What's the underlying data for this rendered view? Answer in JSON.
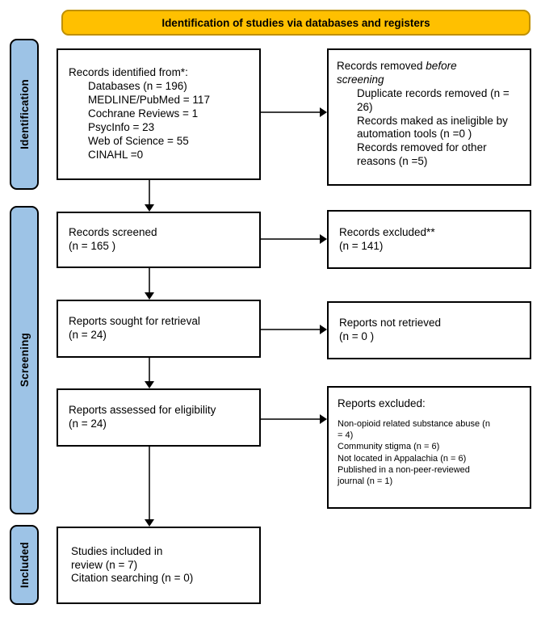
{
  "header": {
    "title": "Identification of studies via databases and registers"
  },
  "sidebar": {
    "identification": "Identification",
    "screening": "Screening",
    "included": "Included"
  },
  "boxes": {
    "records_identified": {
      "title": "Records identified from*:",
      "items": [
        "Databases (n = 196)",
        "MEDLINE/PubMed = 117",
        "Cochrane Reviews = 1",
        "PsycInfo = 23",
        "Web of Science = 55",
        "CINAHL =0"
      ]
    },
    "records_removed": {
      "title_prefix": "Records removed ",
      "title_italic": "before screening",
      "items": [
        "Duplicate records removed (n = 26)",
        "Records maked as ineligible by automation tools (n =0 )",
        "Records removed for other reasons (n =5)"
      ]
    },
    "records_screened": {
      "line1": "Records screened",
      "line2": "(n = 165 )"
    },
    "records_excluded": {
      "line1": "Records excluded**",
      "line2": "(n = 141)"
    },
    "reports_sought": {
      "line1": "Reports sought for retrieval",
      "line2": "(n = 24)"
    },
    "reports_not_retrieved": {
      "line1": "Reports not retrieved",
      "line2": "(n = 0 )"
    },
    "reports_assessed": {
      "line1": "Reports assessed for eligibility",
      "line2": "(n = 24)"
    },
    "reports_excluded": {
      "title": "Reports excluded:",
      "items": [
        "Non-opioid related substance abuse (n = 4)",
        "Community stigma  (n = 6)",
        "Not located in Appalachia (n = 6)",
        "Published in a non-peer-reviewed journal (n = 1)"
      ]
    },
    "studies_included": {
      "lines": [
        "Studies included in",
        "review (n = 7)",
        "Citation searching (n = 0)"
      ]
    }
  },
  "colors": {
    "banner_fill": "#FFC000",
    "banner_border": "#BF9000",
    "sidebar_fill": "#9DC3E6",
    "box_border": "#000000",
    "background": "#FFFFFF"
  }
}
